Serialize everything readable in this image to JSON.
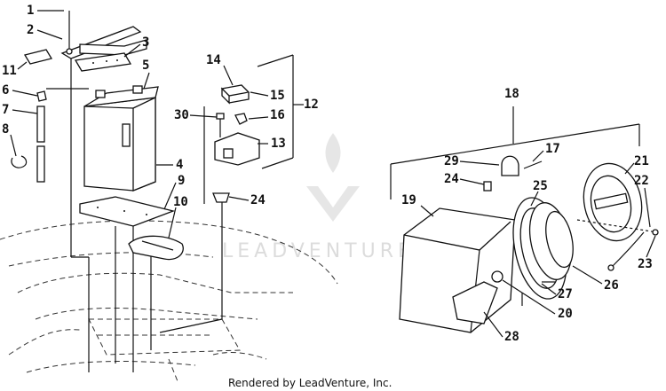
{
  "diagram": {
    "callouts": [
      "1",
      "2",
      "3",
      "4",
      "5",
      "6",
      "7",
      "8",
      "9",
      "10",
      "11",
      "12",
      "13",
      "14",
      "15",
      "16",
      "17",
      "18",
      "19",
      "20",
      "21",
      "22",
      "23",
      "24",
      "24",
      "25",
      "26",
      "27",
      "28",
      "29",
      "30"
    ],
    "footer": "Rendered by LeadVenture, Inc.",
    "watermark": "LEADVENTURE"
  }
}
